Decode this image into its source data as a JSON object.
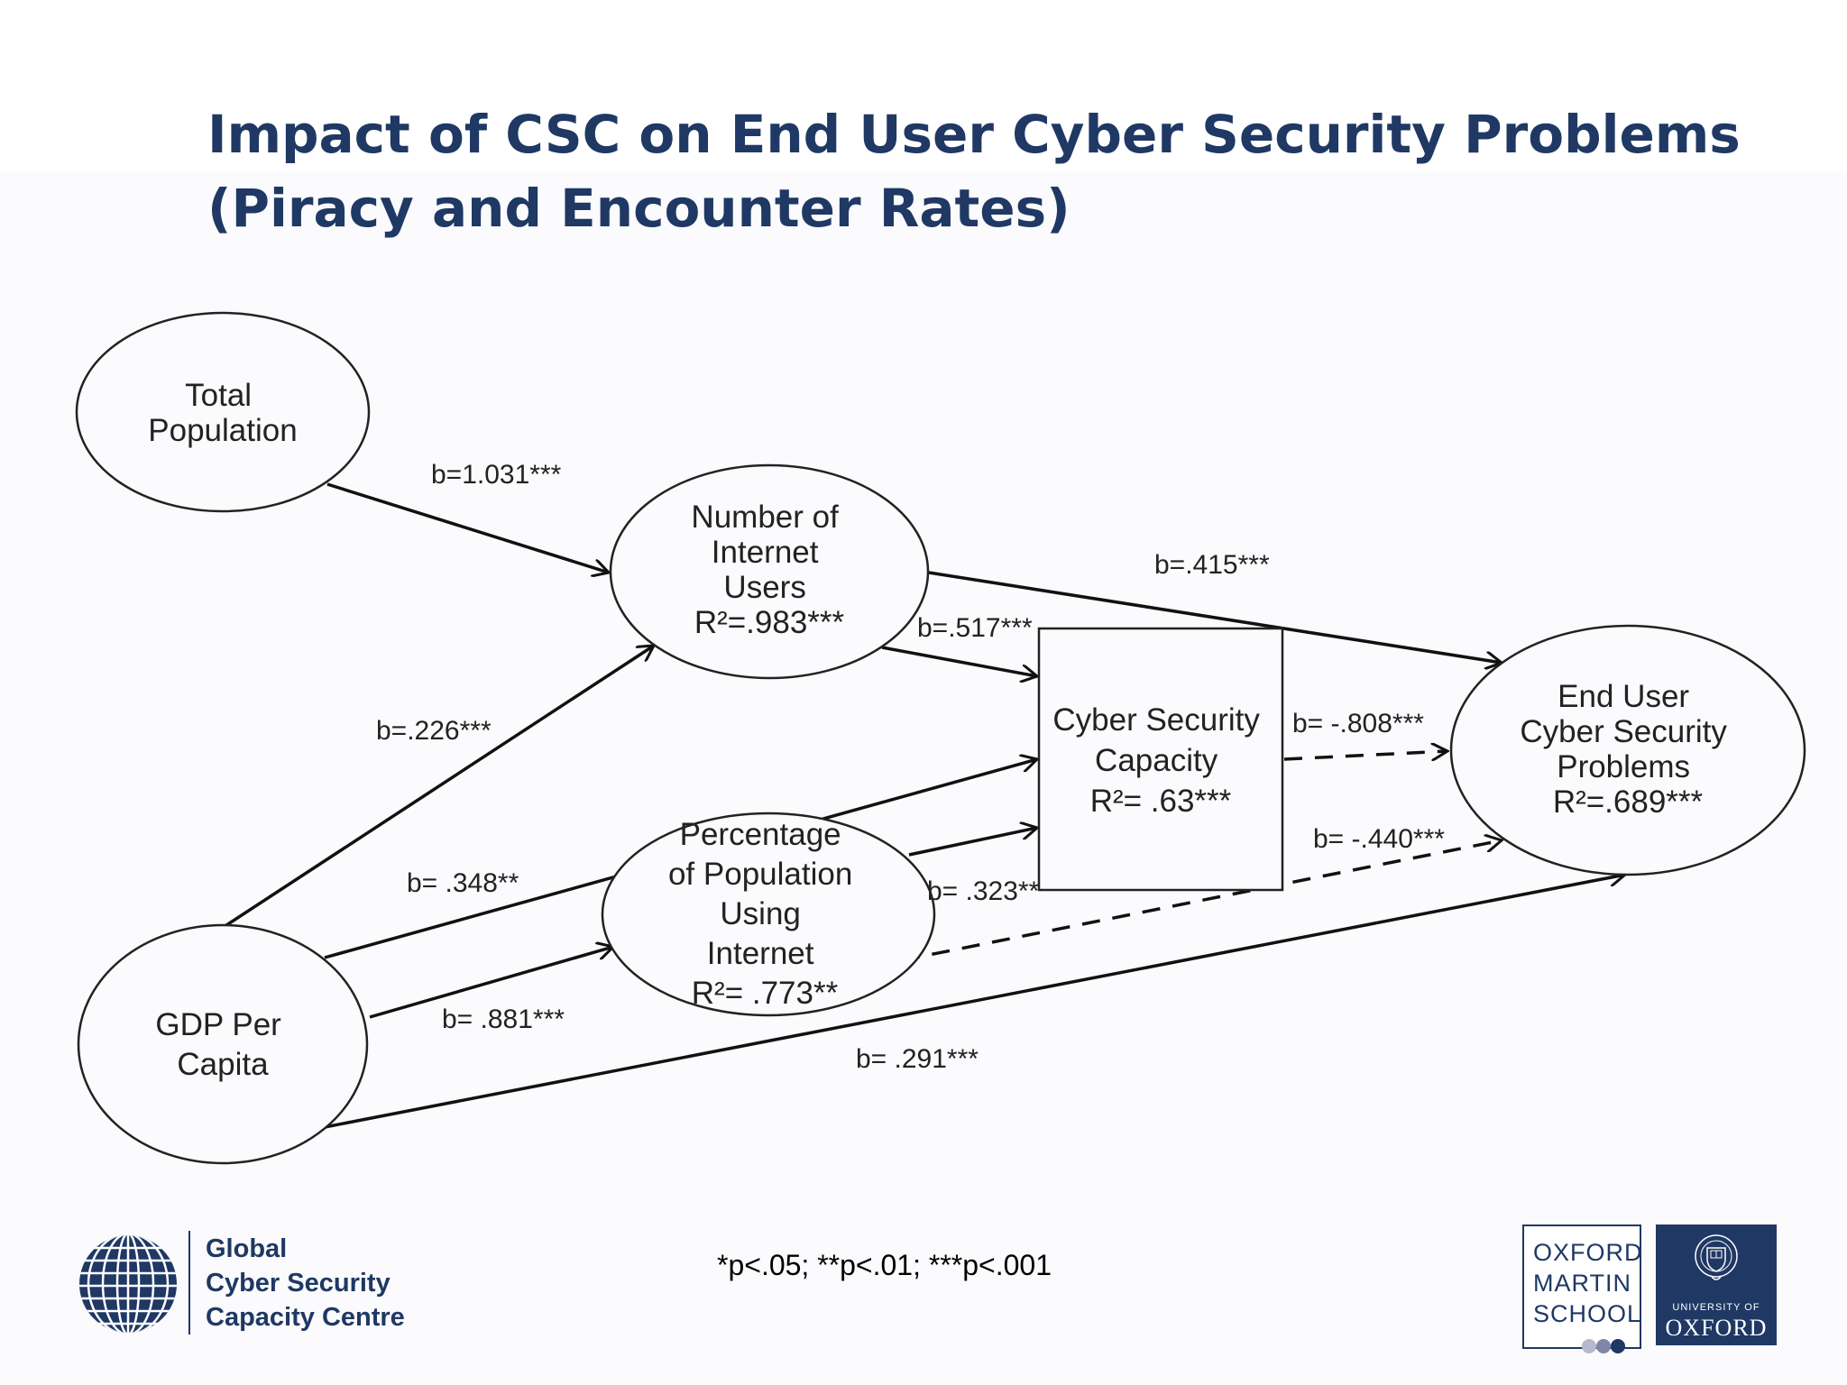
{
  "title": {
    "line1": "Impact of CSC on End User Cyber Security Problems",
    "line2": "(Piracy and Encounter Rates)"
  },
  "nodes": {
    "total_population": [
      "Total",
      "Population"
    ],
    "gdp_per_capita": [
      "GDP Per",
      "Capita"
    ],
    "internet_users": [
      "Number of",
      "Internet",
      "Users",
      "R²=.983***"
    ],
    "percent_internet": [
      "Percentage",
      "of Population",
      "Using",
      "Internet",
      "R²= .773**"
    ],
    "csc": [
      "Cyber Security",
      "Capacity",
      "R²= .63***"
    ],
    "end_user": [
      "End User",
      "Cyber Security",
      "Problems",
      "R²=.689***"
    ]
  },
  "edges": {
    "pop_to_users": "b=1.031***",
    "gdp_to_users": "b=.226***",
    "gdp_to_csc": "b= .348**",
    "gdp_to_percent": "b= .881***",
    "gdp_to_enduser": "b= .291***",
    "users_to_enduser": "b=.415***",
    "users_to_csc": "b=.517***",
    "percent_to_csc": "b= .323**",
    "csc_to_enduser": "b= -.808***",
    "percent_to_enduser": "b= -.440***"
  },
  "footnote": "*p<.05; **p<.01; ***p<.001",
  "logos": {
    "gcscc": [
      "Global",
      "Cyber Security",
      "Capacity Centre"
    ],
    "oxford_martin": [
      "OXFORD",
      "MARTIN",
      "SCHOOL"
    ],
    "university_small": "UNIVERSITY OF",
    "university_big": "OXFORD"
  },
  "colors": {
    "title": "#1f3864",
    "brand": "#1f3864",
    "lines": "#111111"
  }
}
